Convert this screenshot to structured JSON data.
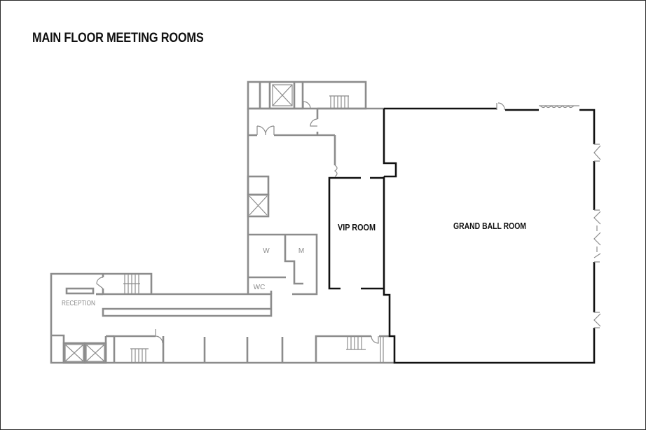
{
  "title": "MAIN FLOOR MEETING ROOMS",
  "rooms": {
    "grand_ball_room": "GRAND BALL ROOM",
    "vip_room": "VIP ROOM",
    "reception": "RECEPTION",
    "restroom_women": "W",
    "restroom_men": "M",
    "wc": "WC"
  },
  "colors": {
    "highlight_walls": "#111111",
    "building_walls": "#8c8c8c",
    "frame": "#2a2a2a"
  }
}
